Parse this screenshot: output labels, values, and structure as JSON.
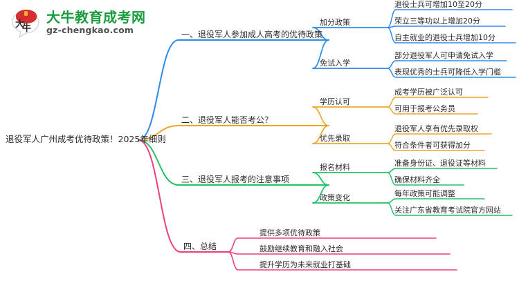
{
  "logo": {
    "mark_text": "大牛",
    "title": "大牛教育成考网",
    "subtitle": "gz-chengkao.com",
    "brand_green": "#1a9c3c",
    "brand_red": "#d32f2f"
  },
  "mindmap": {
    "root": "退役军人广州成考优待政策！2025年细则",
    "branches": [
      {
        "label": "一、退役军人参加成人高考的优待政策",
        "color": "#2e8aea",
        "children": [
          {
            "label": "加分政策",
            "leaves": [
              "退役士兵可增加10至20分",
              "荣立三等功以上增加20分",
              "自主就业的退役士兵增加10分"
            ]
          },
          {
            "label": "免试入学",
            "leaves": [
              "部分退役军人可申请免试入学",
              "表现优秀的士兵可降低入学门槛"
            ]
          }
        ]
      },
      {
        "label": "二、退役军人能否考公？",
        "color": "#eba72b",
        "children": [
          {
            "label": "学历认可",
            "leaves": [
              "成考学历被广泛认可",
              "可用于报考公务员"
            ]
          },
          {
            "label": "优先录取",
            "leaves": [
              "退役军人享有优先录取权",
              "符合条件者可获得加分"
            ]
          }
        ]
      },
      {
        "label": "三、退役军人报考的注意事项",
        "color": "#22c06a",
        "children": [
          {
            "label": "报名材料",
            "leaves": [
              "准备身份证、退役证等材料",
              "确保材料齐全"
            ]
          },
          {
            "label": "政策变化",
            "leaves": [
              "每年政策可能调整",
              "关注广东省教育考试院官方网站"
            ]
          }
        ]
      },
      {
        "label": "四、总结",
        "color": "#ee3d7f",
        "children": [
          {
            "label": "",
            "leaves": [
              "提供多项优待政策",
              "鼓励继续教育和融入社会",
              "提升学历为未来就业打基础"
            ]
          }
        ]
      }
    ]
  }
}
